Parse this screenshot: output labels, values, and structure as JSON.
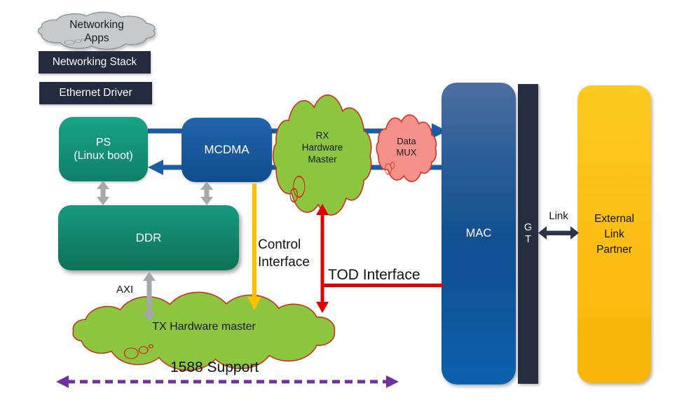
{
  "software_stack": {
    "apps_cloud_line1": "Networking",
    "apps_cloud_line2": "Apps",
    "networking_stack_label": "Networking Stack",
    "ethernet_driver_label": "Ethernet Driver"
  },
  "blocks": {
    "ps_line1": "PS",
    "ps_line2": "(Linux boot)",
    "mcdma_label": "MCDMA",
    "ddr_label": "DDR",
    "mac_label": "MAC",
    "gt_line1": "G",
    "gt_line2": "T",
    "elp_line1": "External",
    "elp_line2": "Link",
    "elp_line3": "Partner"
  },
  "clouds": {
    "rx_line1": "RX",
    "rx_line2": "Hardware",
    "rx_line3": "Master",
    "datamux_line1": "Data",
    "datamux_line2": "MUX",
    "tx_label": "TX Hardware master"
  },
  "annotations": {
    "axi_label": "AXI",
    "control_line1": "Control",
    "control_line2": "Interface",
    "tod_label": "TOD Interface",
    "link_label": "Link",
    "support_1588_label": "1588 Support"
  },
  "colors": {
    "dark_navy_box": "#252B3E",
    "teal_block": "#12977C",
    "blue_block": "#14569A",
    "blue_connector": "#1B5CA7",
    "green_cloud_fill": "#8CC540",
    "cloud_outline_red": "#C9331B",
    "pink_cloud_fill": "#F5918B",
    "gray_cloud_fill": "#C7C9CB",
    "gold_block": "#FFC010",
    "yellow_arrow": "#FFC000",
    "red_arrow": "#E00000",
    "purple_arrow": "#7030A0",
    "gray_arrow": "#A6A8AB",
    "link_arrow": "#2D3447"
  }
}
